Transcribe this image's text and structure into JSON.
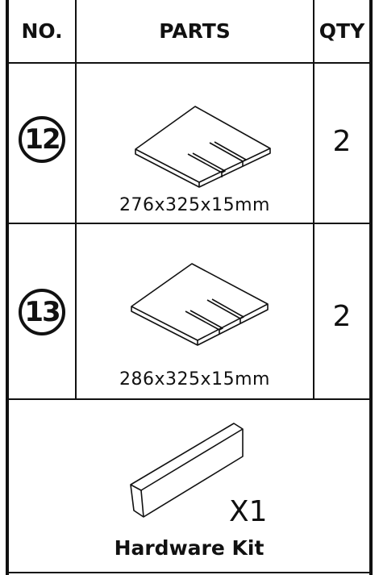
{
  "table": {
    "headers": {
      "no": "NO.",
      "parts": "PARTS",
      "qty": "QTY"
    },
    "rows": [
      {
        "number": "12",
        "part_icon": "slotted-board-icon",
        "dimensions": "276x325x15mm",
        "quantity": "2"
      },
      {
        "number": "13",
        "part_icon": "slotted-board-icon",
        "dimensions": "286x325x15mm",
        "quantity": "2"
      }
    ],
    "hardware": {
      "part_icon": "hardware-box-icon",
      "count": "X1",
      "label": "Hardware Kit"
    }
  }
}
